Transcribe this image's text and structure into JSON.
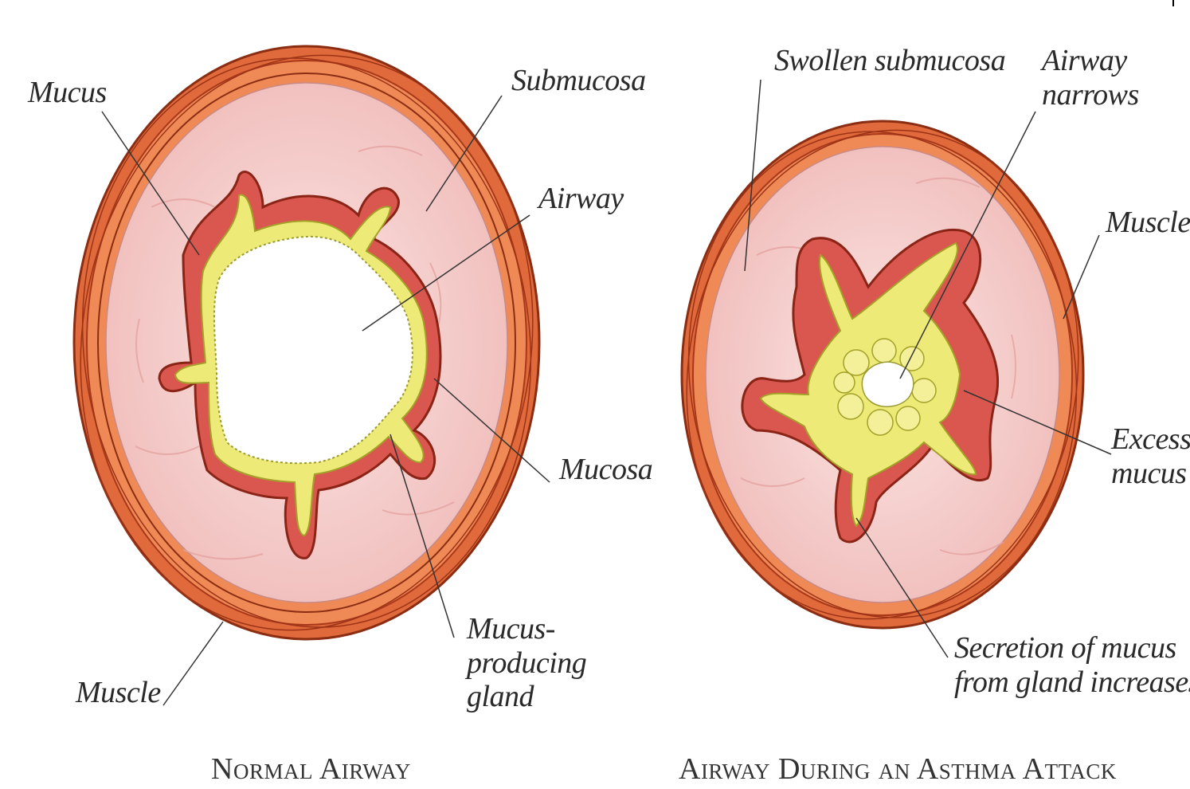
{
  "colors": {
    "muscle": "#e2683a",
    "muscle_dark": "#b53d1a",
    "submucosa": "#f3c7c5",
    "mucosa": "#d8584f",
    "mucosa_cell": "#f08a7c",
    "mucus": "#f0ec7a",
    "airway": "#ffffff"
  },
  "left_diagram": {
    "labels": {
      "mucus": "Mucus",
      "submucosa": "Submucosa",
      "airway": "Airway",
      "mucosa": "Mucosa",
      "muscle": "Muscle",
      "gland": [
        "Mucus-",
        "producing",
        "gland"
      ]
    },
    "caption": "Normal Airway"
  },
  "right_diagram": {
    "labels": {
      "swollen_submucosa": "Swollen submucosa",
      "airway_narrows": [
        "Airway",
        "narrows"
      ],
      "muscle": "Muscle",
      "excess_mucus": [
        "Excess",
        "mucus"
      ],
      "secretion": [
        "Secretion of mucus",
        "from gland increases"
      ]
    },
    "caption": "Airway During an Asthma Attack"
  }
}
